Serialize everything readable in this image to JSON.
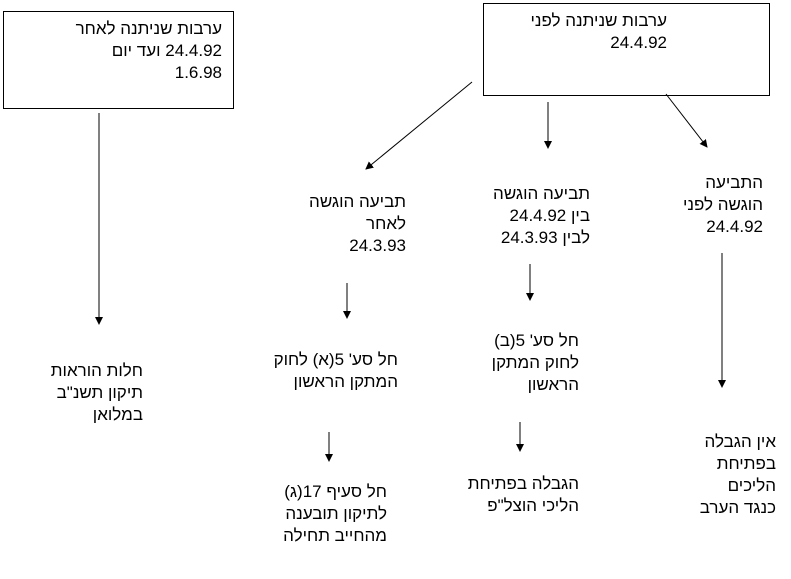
{
  "boxes": {
    "before": {
      "lines": [
        "ערבות שניתנה לפני",
        "24.4.92"
      ]
    },
    "after": {
      "lines": [
        "ערבות שניתנה לאחר",
        "24.4.92 ועד יום",
        "1.6.98"
      ]
    }
  },
  "nodes": {
    "claim_before": {
      "lines": [
        "התביעה",
        "הוגשה לפני",
        "24.4.92"
      ]
    },
    "claim_between": {
      "lines": [
        "תביעה הוגשה",
        "בין 24.4.92",
        "לבין 24.3.93"
      ]
    },
    "claim_after": {
      "lines": [
        "תביעה הוגשה",
        "לאחר",
        "24.3.93"
      ]
    },
    "no_limit": {
      "lines": [
        "אין הגבלה",
        "בפתיחת",
        "הליכים",
        "כנגד הערב"
      ]
    },
    "sec_5b": {
      "lines": [
        "חל סע' 5(ב)",
        "לחוק המתקן",
        "הראשון"
      ]
    },
    "sec_5a": {
      "lines": [
        "חל סע' 5(א) לחוק",
        "המתקן הראשון"
      ]
    },
    "limit_fiduciary": {
      "lines": [
        "הגבלה בפתיחת",
        "הליכי הוצל\"פ"
      ]
    },
    "sec_17g": {
      "lines": [
        "חל סעיף 17(ג)",
        "לתיקון תובענה",
        "מהחייב תחילה"
      ]
    },
    "loan_provisions": {
      "lines": [
        "חלות הוראות",
        "תיקון תשנ\"ב",
        "במלואן"
      ]
    }
  }
}
